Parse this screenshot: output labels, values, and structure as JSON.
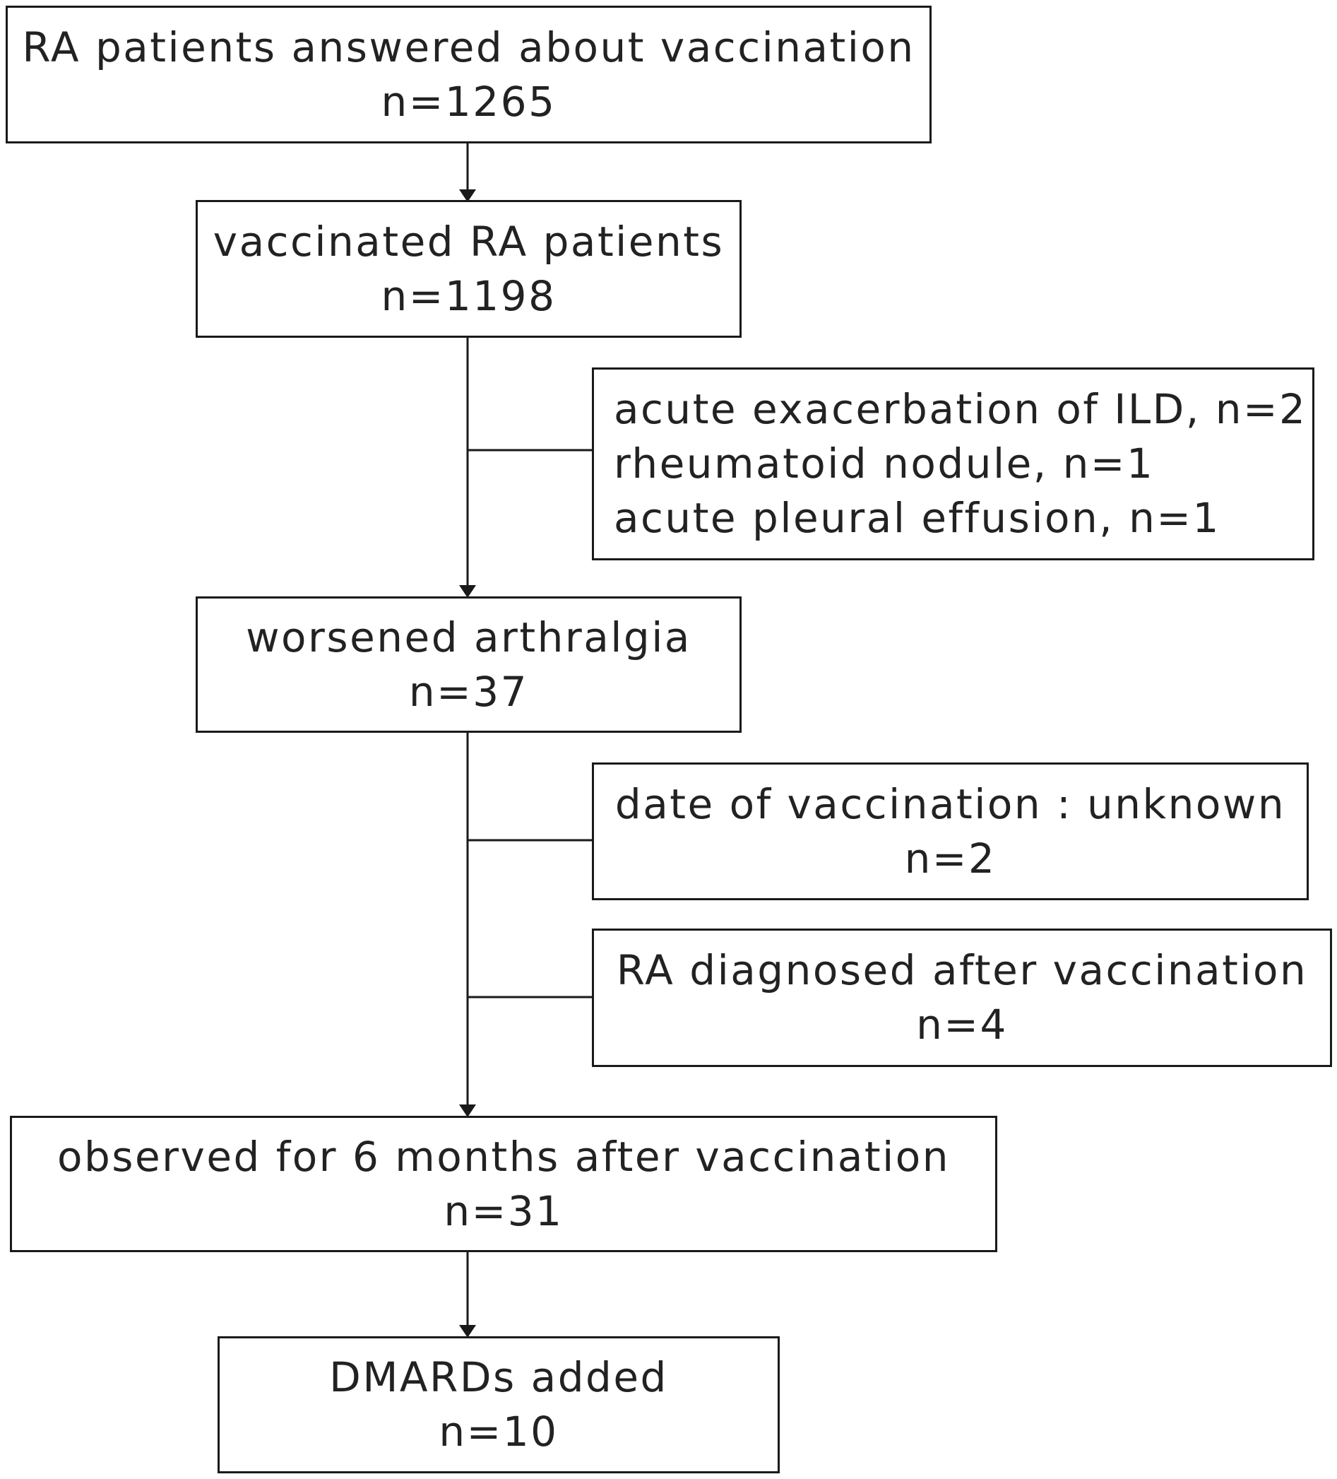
{
  "boxes": {
    "answered": {
      "lines": [
        "RA patients answered about vaccination",
        "n=1265"
      ]
    },
    "vaccinated": {
      "lines": [
        "vaccinated RA patients",
        "n=1198"
      ]
    },
    "excluded_1": {
      "lines": [
        "acute exacerbation of ILD, n=2",
        "rheumatoid nodule, n=1",
        "acute pleural effusion, n=1"
      ]
    },
    "worsened": {
      "lines": [
        "worsened arthralgia",
        "n=37"
      ]
    },
    "excluded_2": {
      "lines": [
        "date of vaccination : unknown",
        "n=2"
      ]
    },
    "excluded_3": {
      "lines": [
        "RA diagnosed after vaccination",
        "n=4"
      ]
    },
    "observed": {
      "lines": [
        "observed for 6 months after vaccination",
        "n=31"
      ]
    },
    "dmards": {
      "lines": [
        "DMARDs added",
        "n=10"
      ]
    }
  },
  "colors": {
    "stroke": "#1a1a1a",
    "text": "#222222",
    "background": "#ffffff"
  }
}
